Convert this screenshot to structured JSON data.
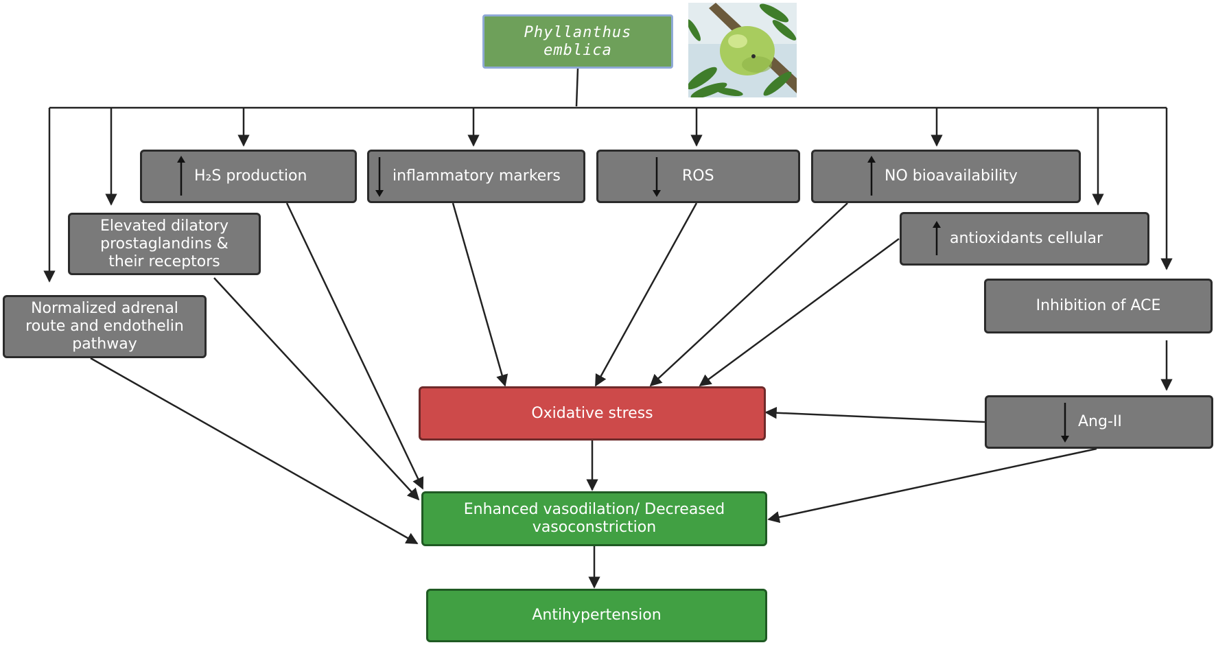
{
  "diagram": {
    "root": {
      "label": "Phyllanthus emblica",
      "line1": "Phyllanthus",
      "line2": "emblica"
    },
    "photo": {
      "subject": "amla-fruit-photo",
      "colors": {
        "fruit": "#a8cc5e",
        "leaf": "#3f7d2a",
        "sky": "#d8e6ee",
        "branch": "#6b5a3c"
      }
    },
    "nodes": {
      "h2s": {
        "label": "H₂S production",
        "direction": "up"
      },
      "inflammatory": {
        "label": "inflammatory markers",
        "direction": "down"
      },
      "ros": {
        "label": "ROS",
        "direction": "down"
      },
      "no": {
        "label": "NO bioavailability",
        "direction": "up"
      },
      "prostaglandins": {
        "label": "Elevated dilatory prostaglandins & their receptors",
        "line1": "Elevated dilatory",
        "line2": "prostaglandins &",
        "line3": "their receptors"
      },
      "antioxidants": {
        "label": "antioxidants cellular",
        "direction": "up"
      },
      "adrenal": {
        "label": "Normalized adrenal route and endothelin pathway",
        "line1": "Normalized adrenal",
        "line2": "route and endothelin",
        "line3": "pathway"
      },
      "ace": {
        "label": "Inhibition of ACE"
      },
      "oxidative": {
        "label": "Oxidative stress"
      },
      "angii": {
        "label": "Ang-II",
        "direction": "down"
      },
      "vasodilation": {
        "label": "Enhanced vasodilation/ Decreased vasoconstriction",
        "line1": "Enhanced vasodilation/ Decreased",
        "line2": "vasoconstriction"
      },
      "antihypertension": {
        "label": "Antihypertension"
      }
    },
    "colors": {
      "gray_box": "#7a7a7a",
      "red_box": "#cd4a4a",
      "green_box": "#41a043",
      "root_box": "#6ea05a",
      "root_border": "#8fa9d6",
      "line": "#222222"
    }
  }
}
